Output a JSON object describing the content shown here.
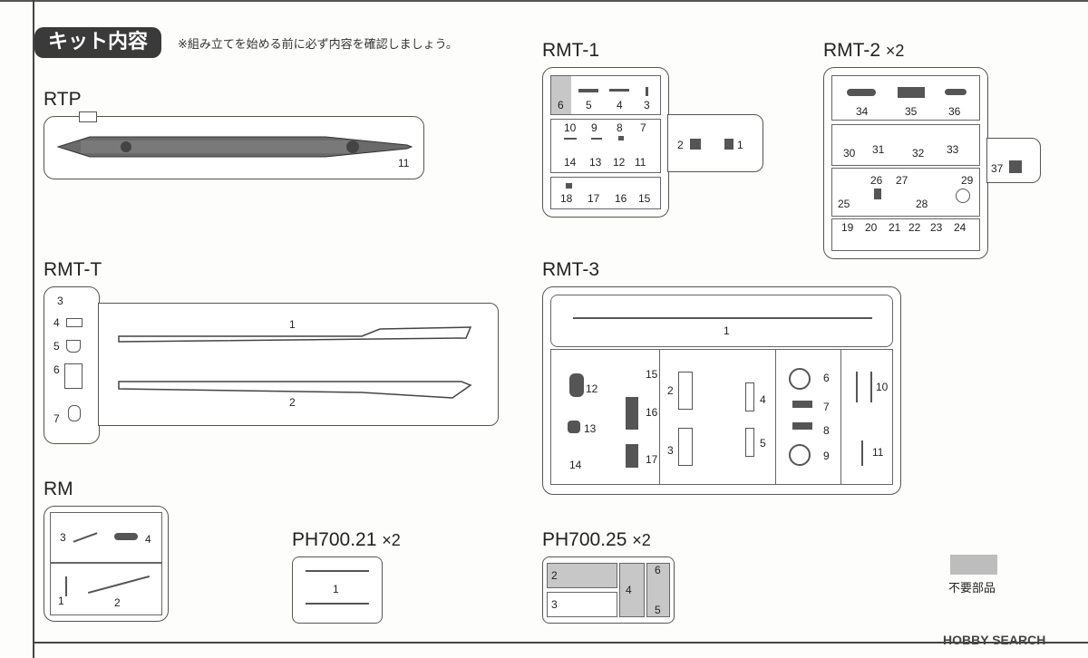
{
  "header": {
    "title": "キット内容",
    "note": "※組み立てを始める前に必ず内容を確認しましょう。"
  },
  "sections": {
    "rtp": {
      "title": "RTP",
      "labels": [
        "11"
      ]
    },
    "rmt1": {
      "title": "RMT-1",
      "labels": [
        "6",
        "5",
        "4",
        "3",
        "10",
        "9",
        "8",
        "7",
        "14",
        "13",
        "12",
        "11",
        "18",
        "17",
        "16",
        "15",
        "2",
        "1"
      ]
    },
    "rmt2": {
      "title": "RMT-2",
      "mult": "×2",
      "labels": [
        "34",
        "35",
        "36",
        "30",
        "31",
        "32",
        "33",
        "26",
        "27",
        "29",
        "25",
        "28",
        "19",
        "20",
        "21",
        "22",
        "23",
        "24",
        "37"
      ]
    },
    "rmtt": {
      "title": "RMT-T",
      "labels": [
        "3",
        "4",
        "5",
        "6",
        "7",
        "1",
        "2"
      ]
    },
    "rmt3": {
      "title": "RMT-3",
      "labels": [
        "1",
        "12",
        "13",
        "14",
        "15",
        "16",
        "17",
        "2",
        "3",
        "4",
        "5",
        "6",
        "7",
        "8",
        "9",
        "10",
        "11"
      ]
    },
    "rm": {
      "title": "RM",
      "labels": [
        "3",
        "4",
        "1",
        "2"
      ]
    },
    "ph21": {
      "title": "PH700.21",
      "mult": "×2",
      "labels": [
        "1"
      ]
    },
    "ph25": {
      "title": "PH700.25",
      "mult": "×2",
      "labels": [
        "2",
        "3",
        "4",
        "6",
        "5"
      ]
    }
  },
  "legend": {
    "label": "不要部品",
    "swatch_color": "#bdbdbd"
  },
  "watermark": "HOBBY SEARCH"
}
